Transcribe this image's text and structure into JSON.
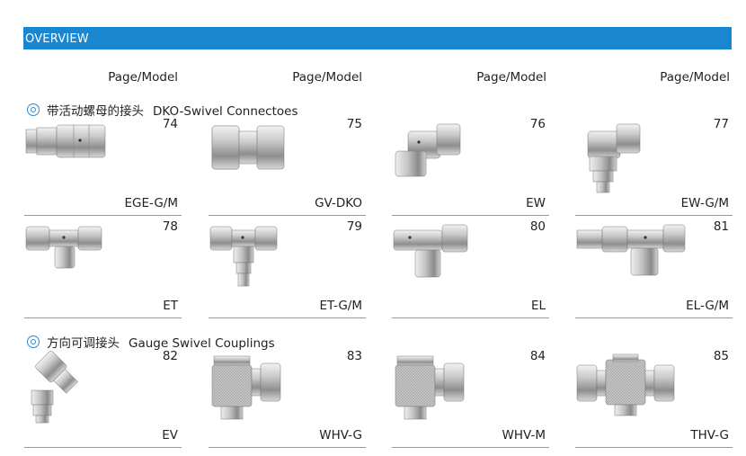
{
  "header": {
    "title": "OVERVIEW"
  },
  "columns": [
    "Page/Model",
    "Page/Model",
    "Page/Model",
    "Page/Model"
  ],
  "sections": [
    {
      "zh": "带活动螺母的接头",
      "en": "DKO-Swivel Connectoes"
    },
    {
      "zh": "方向可调接头",
      "en": "Gauge Swivel Couplings"
    }
  ],
  "items": [
    {
      "page": "74",
      "model": "EGE-G/M",
      "icon": "straight-fitting-icon"
    },
    {
      "page": "75",
      "model": "GV-DKO",
      "icon": "union-fitting-icon"
    },
    {
      "page": "76",
      "model": "EW",
      "icon": "elbow-fitting-icon"
    },
    {
      "page": "77",
      "model": "EW-G/M",
      "icon": "elbow-adjustable-icon"
    },
    {
      "page": "78",
      "model": "ET",
      "icon": "tee-fitting-icon"
    },
    {
      "page": "79",
      "model": "ET-G/M",
      "icon": "tee-adjustable-icon"
    },
    {
      "page": "80",
      "model": "EL",
      "icon": "tee-branch-icon"
    },
    {
      "page": "81",
      "model": "EL-G/M",
      "icon": "tee-branch-adjustable-icon"
    },
    {
      "page": "82",
      "model": "EV",
      "icon": "angle-45-fitting-icon"
    },
    {
      "page": "83",
      "model": "WHV-G",
      "icon": "gauge-elbow-icon"
    },
    {
      "page": "84",
      "model": "WHV-M",
      "icon": "gauge-elbow-metric-icon"
    },
    {
      "page": "85",
      "model": "THV-G",
      "icon": "gauge-tee-icon"
    }
  ]
}
